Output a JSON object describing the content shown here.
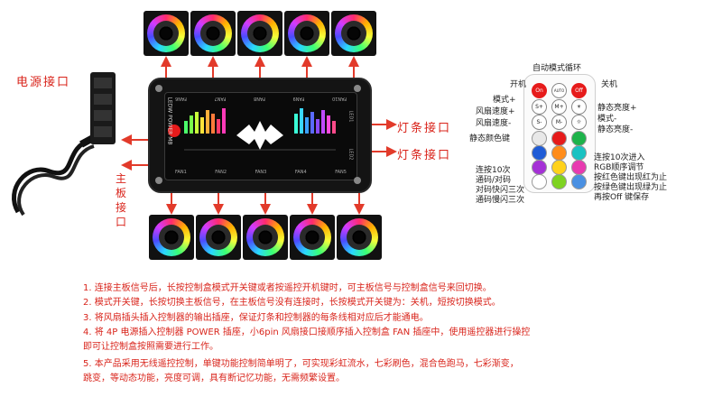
{
  "labels": {
    "power_port": "电源接口",
    "light_port": "灯条接口",
    "mb_port": "主板接口"
  },
  "controller": {
    "left_text": "LEDW   POWER   MB",
    "fan_top": [
      "FAN10",
      "FAN9",
      "FAN8",
      "FAN7",
      "FAN6"
    ],
    "fan_bottom": [
      "FAN1",
      "FAN2",
      "FAN3",
      "FAN4",
      "FAN5"
    ],
    "led_labels": [
      "LED1",
      "LED2"
    ]
  },
  "remote": {
    "top_label": "自动模式循环",
    "on_label": "开机",
    "off_label": "关机",
    "mode_plus": "模式+",
    "fan_plus": "风扇速度+",
    "fan_minus": "风扇速度-",
    "static_color": "静态颜色键",
    "bright_plus": "静态亮度+",
    "mode_minus": "模式-",
    "bright_minus": "静态亮度-",
    "left_note": [
      "连按10次",
      "通码/对码",
      "对码快闪三次",
      "通码慢闪三次"
    ],
    "right_note": [
      "连按10次进入",
      "RGB顺序调节",
      "按红色键出现红为止",
      "按绿色键出现绿为止",
      "再按Off 键保存"
    ],
    "btn_on": "On",
    "btn_auto": "AUTO",
    "btn_off": "Off",
    "btn_s_plus": "S+",
    "btn_m_plus": "M+",
    "btn_s_minus": "S-",
    "btn_m_minus": "M-",
    "btn_colors": [
      "#e8e8e8",
      "#e61b1b",
      "#1db34a",
      "#1e5bd6",
      "#ff8c1a",
      "#19c2c2",
      "#a530d6",
      "#ffd21a",
      "#e83ab0",
      "#ffffff",
      "#7ed321",
      "#4a90e2"
    ]
  },
  "instructions": [
    "1.     连接主板信号后，长按控制盒模式开关键或者按遥控开机键时，可主板信号与控制盒信号来回切换。",
    "2.     模式开关键，长按切换主板信号，在主板信号没有连接时，长按模式开关键为：关机，短按切换模式。",
    "3.     将风扇插头插入控制器的输出插座，保证灯条和控制器的每条线相对应后才能通电。",
    "4.     将 4P 电源插入控制器 POWER 插座，小6pin 风扇接口接顺序插入控制盒 FAN 插座中，使用遥控器进行操控",
    "即可让控制盒按照需要进行工作。",
    "5.     本产品采用无线遥控控制，单键功能控制简单明了，可实现彩虹流水，七彩刷色，混合色跑马，七彩渐变，",
    "跳变，等动态功能，亮度可调，具有断记忆功能，无需频繁设置。"
  ]
}
